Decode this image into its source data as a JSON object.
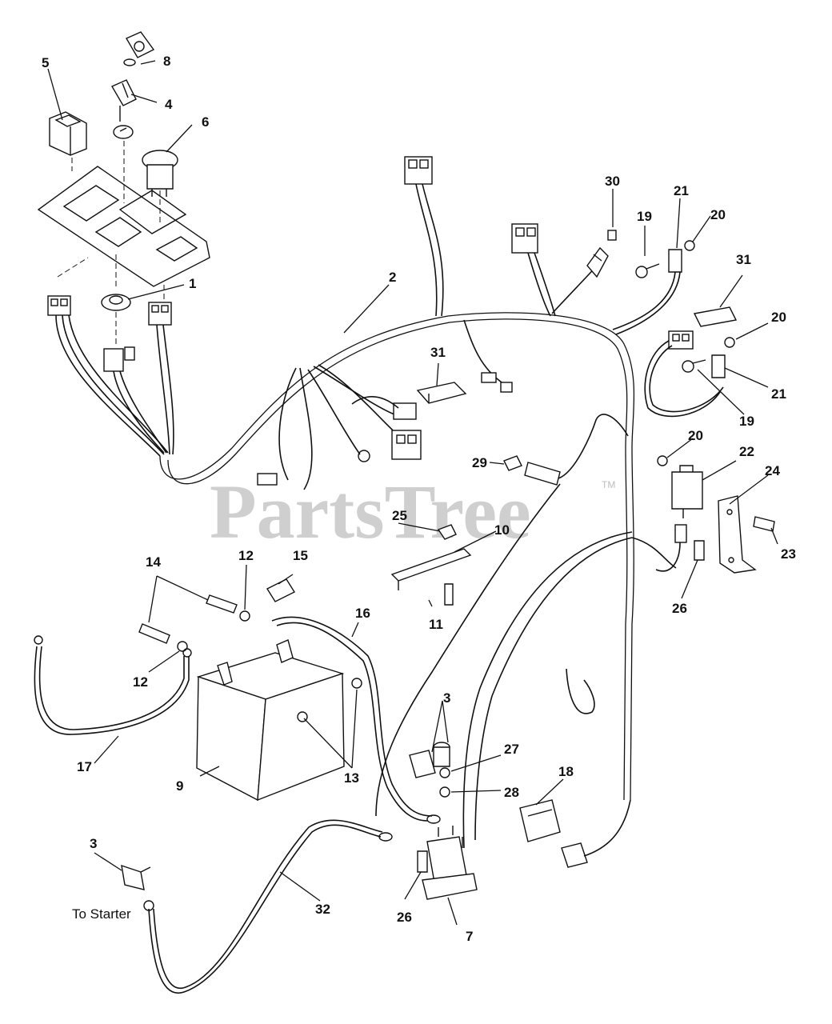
{
  "diagram": {
    "watermark": "PartsTree",
    "trademark": "TM",
    "callouts": {
      "c1": "1",
      "c2": "2",
      "c3a": "3",
      "c3b": "3",
      "c4": "4",
      "c5": "5",
      "c6": "6",
      "c7": "7",
      "c8": "8",
      "c9": "9",
      "c10": "10",
      "c11": "11",
      "c12a": "12",
      "c12b": "12",
      "c13": "13",
      "c14": "14",
      "c15": "15",
      "c16": "16",
      "c17": "17",
      "c18": "18",
      "c19a": "19",
      "c19b": "19",
      "c20a": "20",
      "c20b": "20",
      "c20c": "20",
      "c21a": "21",
      "c21b": "21",
      "c22": "22",
      "c23": "23",
      "c24": "24",
      "c25": "25",
      "c26a": "26",
      "c26b": "26",
      "c27": "27",
      "c28": "28",
      "c29": "29",
      "c30": "30",
      "c31a": "31",
      "c31b": "31",
      "c32": "32"
    },
    "annotations": {
      "to_starter": "To Starter"
    }
  }
}
